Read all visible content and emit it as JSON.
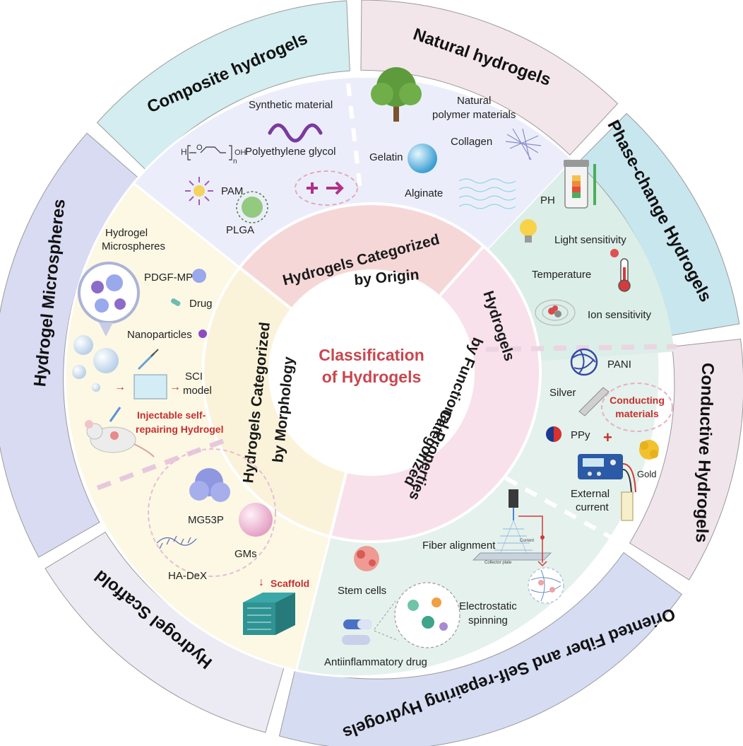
{
  "center": {
    "line1": "Classification",
    "line2": "of Hydrogels"
  },
  "inner_ring": {
    "origin": [
      "Hydrogels Categorized",
      "by Origin"
    ],
    "functional": [
      "Hydrogels",
      "by Functional Properties",
      "Categorized"
    ],
    "morphology": [
      "Hydrogels Categorized",
      "by Morphology"
    ]
  },
  "outer_ring": {
    "composite": "Composite hydrogels",
    "natural": "Natural hydrogels",
    "phase_change": "Phase-change Hydrogels",
    "conductive": "Conductive Hydrogels",
    "oriented": "Oriented Fiber and Self-repairing Hydrogels",
    "scaffold": "Hydrogel Scaffold",
    "microspheres": "Hydrogel Microspheres"
  },
  "origin_labels": {
    "synthetic_material": "Synthetic material",
    "peg": "Polyethylene glycol",
    "pam": "PAM",
    "plga": "PLGA",
    "natural_polymer_1": "Natural",
    "natural_polymer_2": "polymer materials",
    "collagen": "Collagen",
    "gelatin": "Gelatin",
    "alginate": "Alginate",
    "peg_h": "H",
    "peg_o": "O",
    "peg_oh": "OH",
    "peg_n": "n"
  },
  "functional_labels": {
    "ph": "PH",
    "light": "Light sensitivity",
    "temperature": "Temperature",
    "ion": "Ion sensitivity",
    "pani": "PANI",
    "silver": "Silver",
    "conducting_1": "Conducting",
    "conducting_2": "materials",
    "ppy": "PPy",
    "gold": "Gold",
    "external_1": "External",
    "external_2": "current",
    "fiber_alignment": "Fiber alignment",
    "stem_cells": "Stem cells",
    "electrostatic_1": "Electrostatic",
    "electrostatic_2": "spinning",
    "antiinflammatory": "Antiinflammatory drug",
    "collector": "Collector plate",
    "current_small": "Current"
  },
  "morphology_labels": {
    "microspheres_1": "Hydrogel",
    "microspheres_2": "Microspheres",
    "pdgf": "PDGF-MP",
    "drug": "Drug",
    "nanoparticles": "Nanoparticles",
    "sci_1": "SCI",
    "sci_2": "model",
    "injectable_1": "Injectable self-",
    "injectable_2": "repairing  Hydrogel",
    "mg53p": "MG53P",
    "gms": "GMs",
    "hadex": "HA-DeX",
    "scaffold": "Scaffold"
  },
  "colors": {
    "composite_bg": "#d3edf0",
    "natural_bg": "#f3e6ea",
    "phase_bg": "#c8e6ee",
    "conductive_bg": "#f1e5ec",
    "oriented_bg": "#d6dcf2",
    "scaffold_bg": "#ecebf4",
    "microspheres_bg": "#d9dbf3",
    "origin_zone": "#ebeefa",
    "functional_zone": "#e5f1ec",
    "morphology_zone": "#fcf8e4",
    "inner_origin": "#f6d7d8",
    "inner_functional": "#f8e1ea",
    "inner_morphology": "#faf3da",
    "center_text": "#c8474f",
    "accent_red": "#c62f2f"
  }
}
